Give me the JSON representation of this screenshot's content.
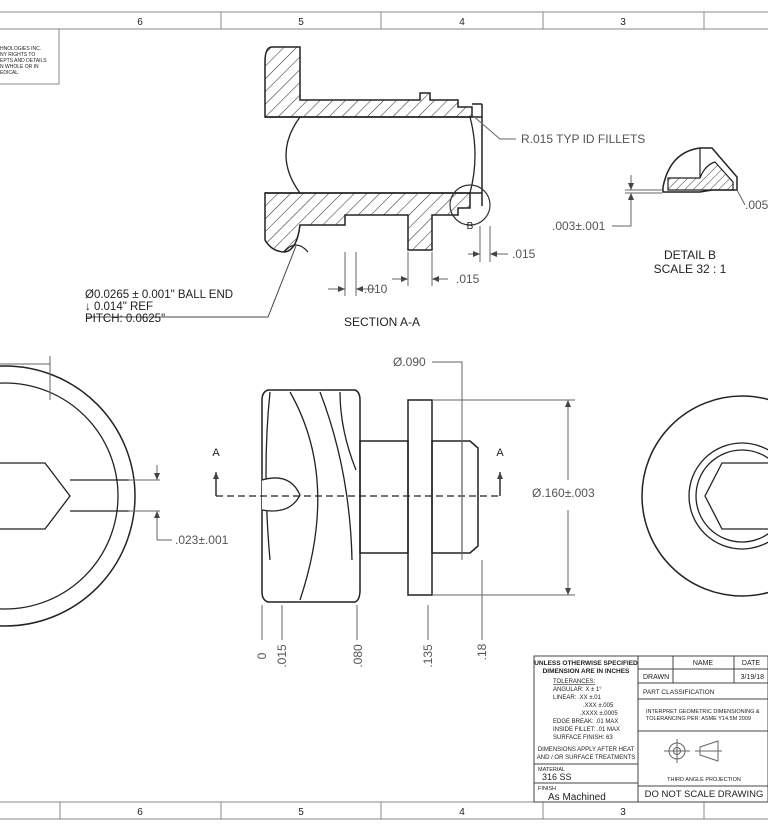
{
  "zones": {
    "top": [
      "6",
      "5",
      "4",
      "3"
    ],
    "bottom": [
      "6",
      "5",
      "4",
      "3"
    ]
  },
  "proprietary_note": [
    "HNOLOGIES INC.",
    "NY RIGHTS TO",
    "EPTS AND DETAILS",
    "N WHOLE OR IN",
    "EDICAL."
  ],
  "section_view": {
    "title": "SECTION A-A",
    "fillet_note": "R.015 TYP ID FILLETS",
    "dim_015_a": ".015",
    "dim_015_b": ".015",
    "dim_010": ".010",
    "ball_end": "Ø0.0265 ± 0.001\" BALL END",
    "ball_depth": "↓ 0.014\" REF",
    "pitch": "PITCH: 0.0625\"",
    "detail_label": "B"
  },
  "detail_view": {
    "title": "DETAIL B",
    "scale": "SCALE 32 : 1",
    "dim_003": ".003±.001",
    "dim_005": ".005"
  },
  "front_view": {
    "dia_090": "Ø.090",
    "dia_160": "Ø.160±.003",
    "dim_023": ".023±.001",
    "section_label_left": "A",
    "section_label_right": "A",
    "ordinates": [
      "0",
      ".015",
      ".080",
      ".135",
      ".18"
    ]
  },
  "title_block": {
    "unless_line1": "UNLESS OTHERWISE SPECIFIED",
    "unless_line2": "DIMENSION ARE IN INCHES",
    "tolerances_label": "TOLERANCES:",
    "angular": "ANGULAR: X   ± 1°",
    "linear": "LINEAR:  .XX   ±.01",
    "linear_xxx": ".XXX  ±.005",
    "linear_xxxx": ".XXXX  ±.0005",
    "edge_break": "EDGE BREAK: .01 MAX",
    "inside_fillet": "INSIDE FILLET: .01 MAX",
    "surface_finish": "SURFACE FINISH: 63",
    "heat_line1": "DIMENSIONS APPLY AFTER HEAT",
    "heat_line2": "AND / OR SURFACE TREATMENTS",
    "material_label": "MATERIAL",
    "material": "316 SS",
    "finish_label": "FINISH",
    "finish": "As Machined",
    "name_header": "NAME",
    "date_header": "DATE",
    "drawn_label": "DRAWN",
    "drawn_date": "3/19/18",
    "part_class": "PART CLASSIFICATION",
    "gdt_line1": "INTERPRET GEOMETRIC DIMENSIONING &",
    "gdt_line2": "TOLERANCING PER: ASME Y14.5M 2009",
    "projection": "THIRD ANGLE PROJECTION",
    "do_not_scale": "DO NOT SCALE DRAWING"
  }
}
